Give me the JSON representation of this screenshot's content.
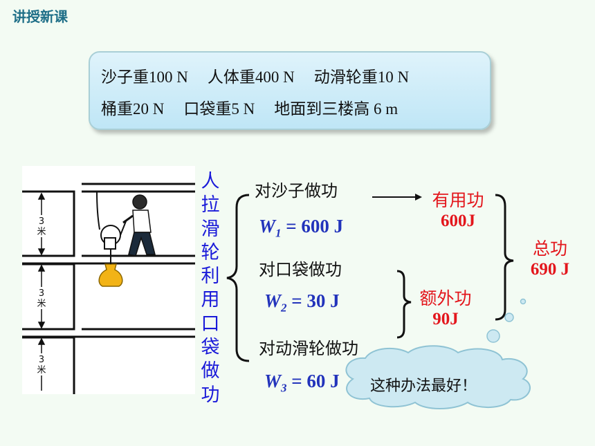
{
  "header": {
    "section_title": "讲授新课"
  },
  "info": {
    "line1": [
      "沙子重100 N",
      "人体重400 N",
      "动滑轮重10 N"
    ],
    "line2": [
      "桶重20 N",
      "口袋重5 N",
      "地面到三楼高 6 m"
    ]
  },
  "illustration": {
    "floor_label": "3米"
  },
  "method_title": "人拉滑轮利用口袋做功",
  "tasks": [
    {
      "label": "对沙子做功",
      "w": "W",
      "sub": "1",
      "value": "= 600 J"
    },
    {
      "label": "对口袋做功",
      "w": "W",
      "sub": "2",
      "value": "= 30 J"
    },
    {
      "label": "对动滑轮做功",
      "w": "W",
      "sub": "3",
      "value": "= 60 J"
    }
  ],
  "useful": {
    "label": "有用功",
    "value": "600J"
  },
  "extra": {
    "label": "额外功",
    "value": "90J"
  },
  "total": {
    "label": "总功",
    "value": "690 J"
  },
  "comment": "这种办法最好！",
  "colors": {
    "accent_red": "#e3161c",
    "formula_blue": "#2233bb",
    "title_blue": "#1a1ad9"
  }
}
